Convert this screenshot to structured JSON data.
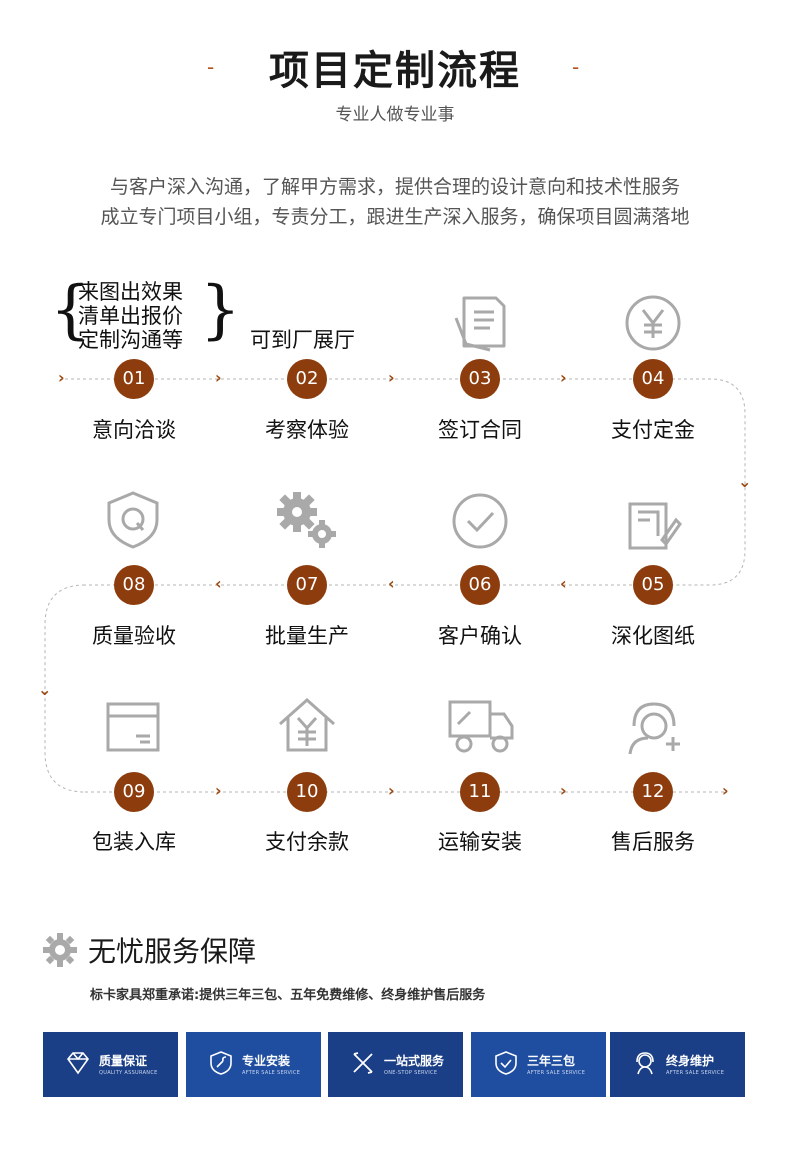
{
  "header": {
    "title": "项目定制流程",
    "subtitle": "专业人做专业事",
    "dash": "-",
    "intro_lines": [
      "与客户深入沟通，了解甲方需求，提供合理的设计意向和技术性服务",
      "成立专门项目小组，专责分工，跟进生产深入服务，确保项目圆满落地"
    ]
  },
  "process": {
    "brace_lines": [
      "来图出效果",
      "清单出报价",
      "定制沟通等"
    ],
    "brace_left": "{",
    "brace_right": "}",
    "arrow": "›",
    "arrow_left": "‹",
    "down_arrow": "⌄",
    "steps": [
      {
        "num": "01",
        "label": "意向洽谈"
      },
      {
        "num": "02",
        "label": "考察体验",
        "top_label": "可到厂展厅"
      },
      {
        "num": "03",
        "label": "签订合同",
        "icon": "contract-icon"
      },
      {
        "num": "04",
        "label": "支付定金",
        "icon": "yuan-coin-icon"
      },
      {
        "num": "05",
        "label": "深化图纸",
        "icon": "drawing-icon"
      },
      {
        "num": "06",
        "label": "客户确认",
        "icon": "check-circle-icon"
      },
      {
        "num": "07",
        "label": "批量生产",
        "icon": "gears-icon"
      },
      {
        "num": "08",
        "label": "质量验收",
        "icon": "shield-q-icon"
      },
      {
        "num": "09",
        "label": "包装入库",
        "icon": "box-icon"
      },
      {
        "num": "10",
        "label": "支付余款",
        "icon": "house-yuan-icon"
      },
      {
        "num": "11",
        "label": "运输安装",
        "icon": "truck-icon"
      },
      {
        "num": "12",
        "label": "售后服务",
        "icon": "headset-icon"
      }
    ]
  },
  "guarantee": {
    "heading": "无忧服务保障",
    "promise": "标卡家具郑重承诺:提供三年三包、五年免费维修、终身维护售后服务",
    "cards": [
      {
        "label": "质量保证",
        "sub": "QUALITY ASSURANCE",
        "icon": "diamond-icon"
      },
      {
        "label": "专业安装",
        "sub": "AFTER SALE SERVICE",
        "icon": "wrench-icon"
      },
      {
        "label": "一站式服务",
        "sub": "ONE-STOP SERVICE",
        "icon": "tools-icon"
      },
      {
        "label": "三年三包",
        "sub": "AFTER SALE SERVICE",
        "icon": "shield-check-icon"
      },
      {
        "label": "终身维护",
        "sub": "AFTER SALE SERVICE",
        "icon": "support-icon"
      }
    ]
  },
  "colors": {
    "accent": "#8d3c0d",
    "card_blue": "#1f4ea0",
    "icon_gray": "#a9a9a9"
  }
}
